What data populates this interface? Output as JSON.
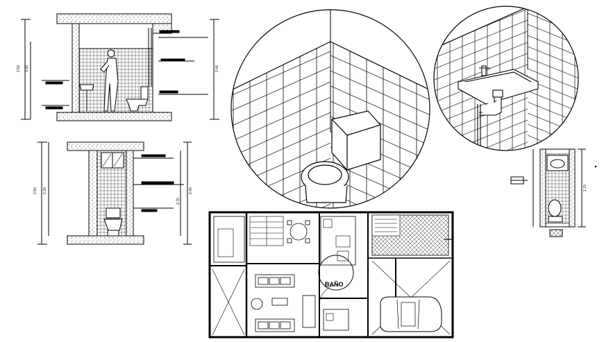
{
  "floor_plan": {
    "room_label": "BAÑO"
  },
  "elevation_a": {
    "dims_left": [
      "2.50",
      "0.30"
    ],
    "dims_right": [
      "2.40"
    ]
  },
  "elevation_b": {
    "dims_left": [
      "2.50",
      "2.30"
    ],
    "dims_right": [
      "2.40",
      "2.70"
    ]
  },
  "bath_plan": {
    "dims_right": [
      "1.70"
    ]
  },
  "colors": {
    "line": "#000000",
    "background": "#ffffff",
    "hatch": "#555555"
  }
}
